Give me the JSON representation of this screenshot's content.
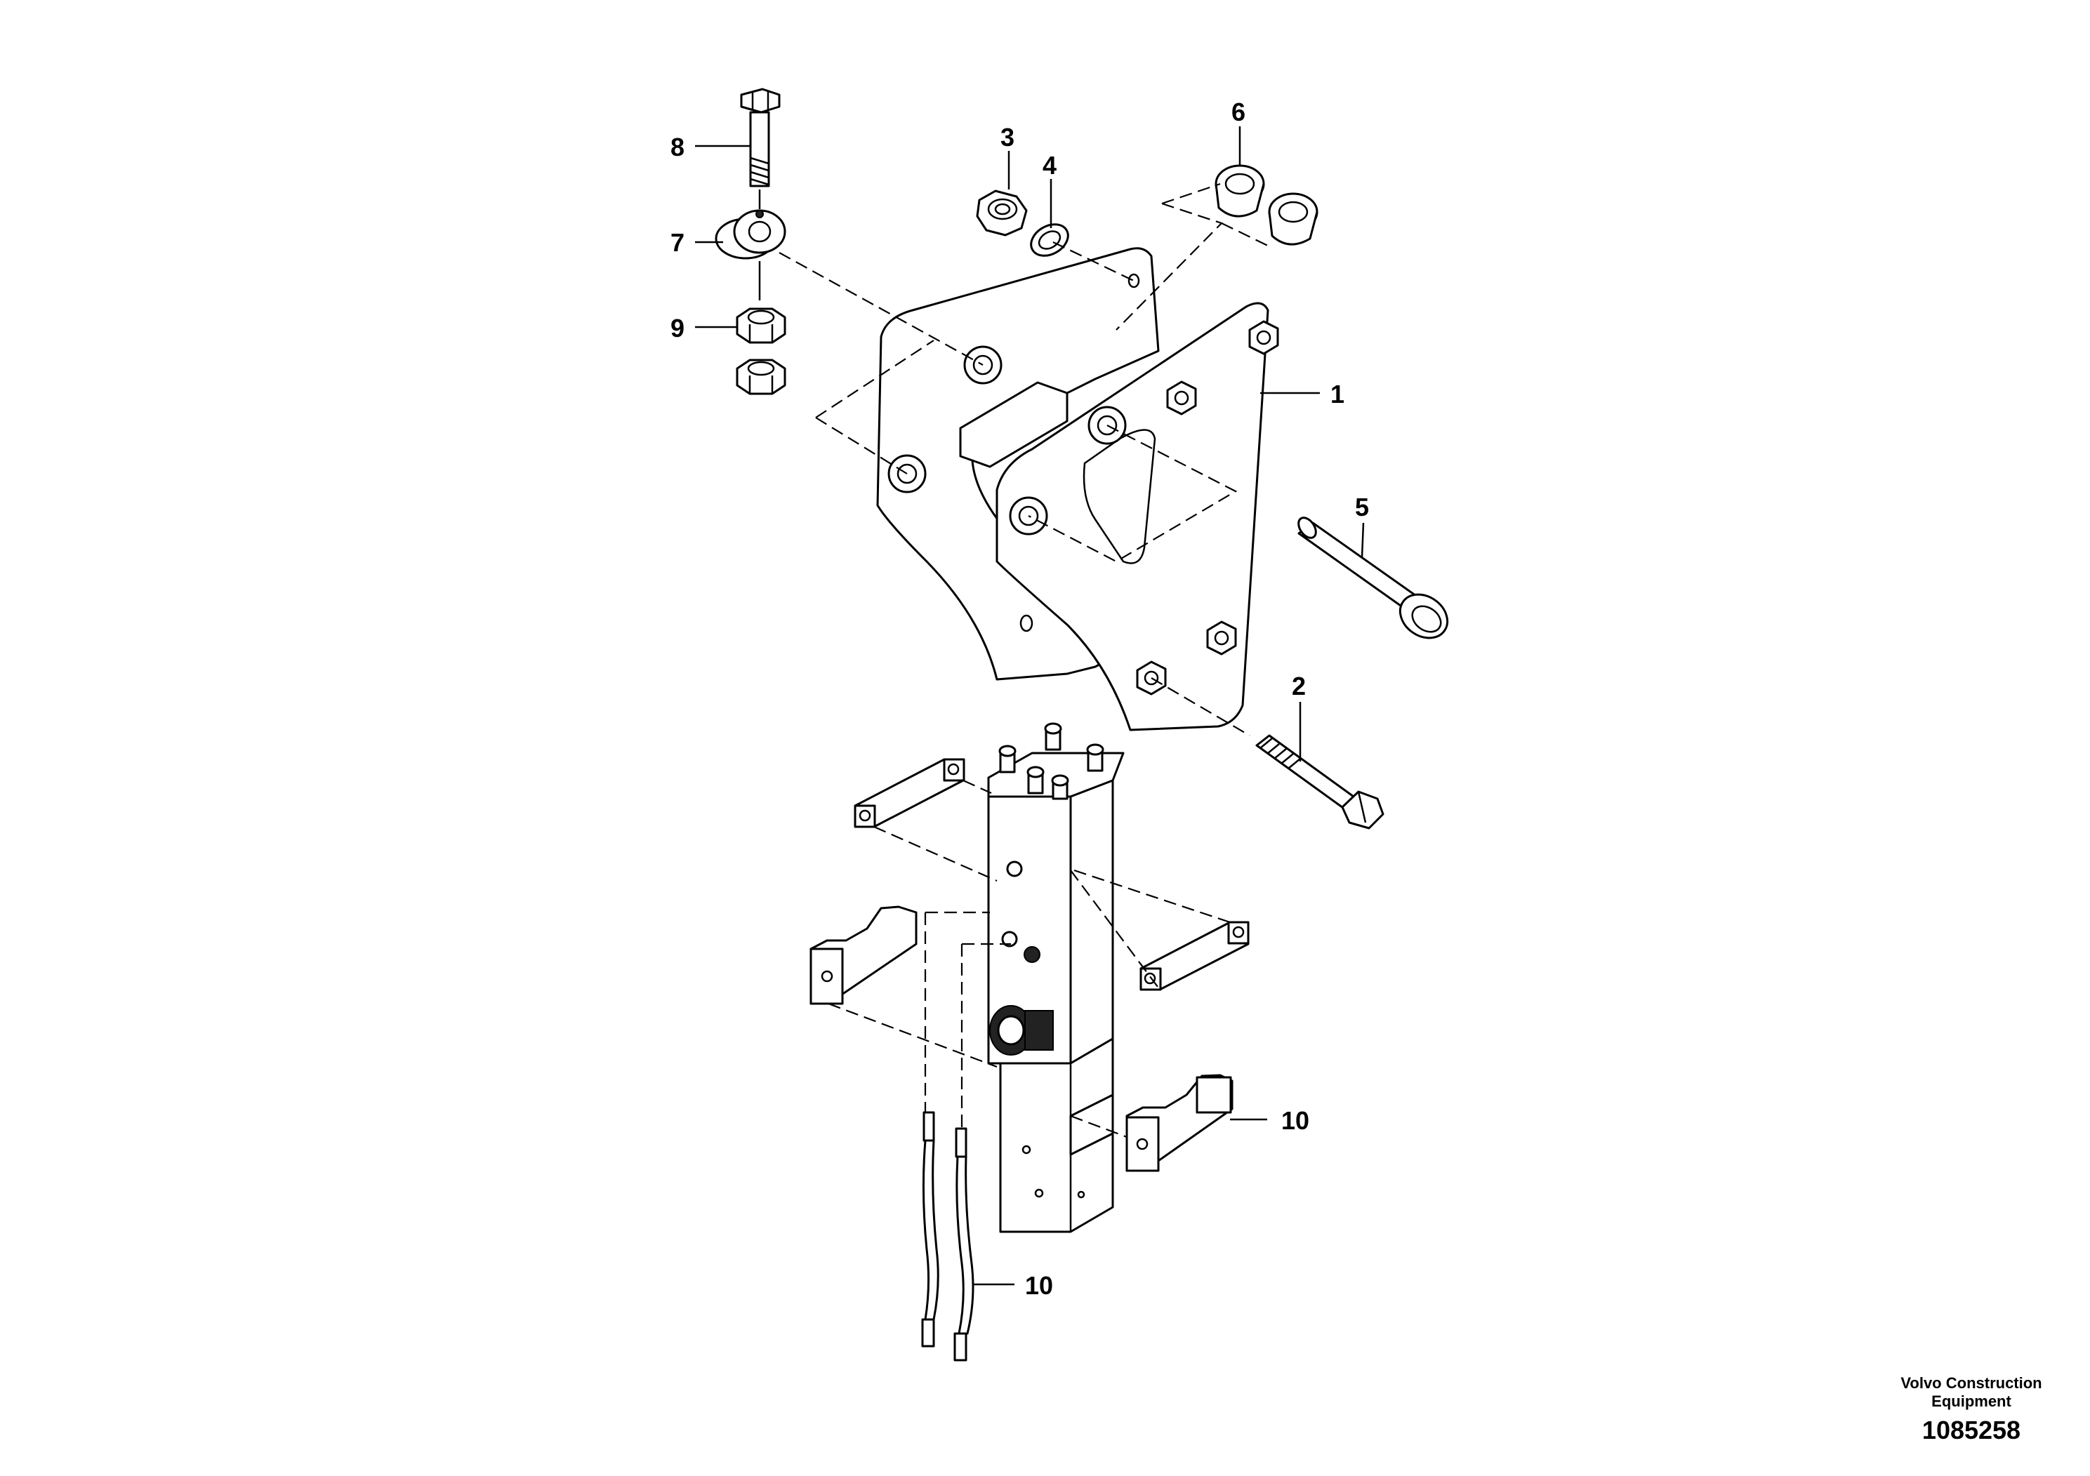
{
  "callouts": {
    "c1": "1",
    "c2": "2",
    "c3": "3",
    "c4": "4",
    "c5": "5",
    "c6": "6",
    "c7": "7",
    "c8": "8",
    "c9": "9",
    "c10a": "10",
    "c10b": "10"
  },
  "footer": {
    "company_line1": "Volvo Construction",
    "company_line2": "Equipment",
    "drawing_number": "1085258"
  }
}
